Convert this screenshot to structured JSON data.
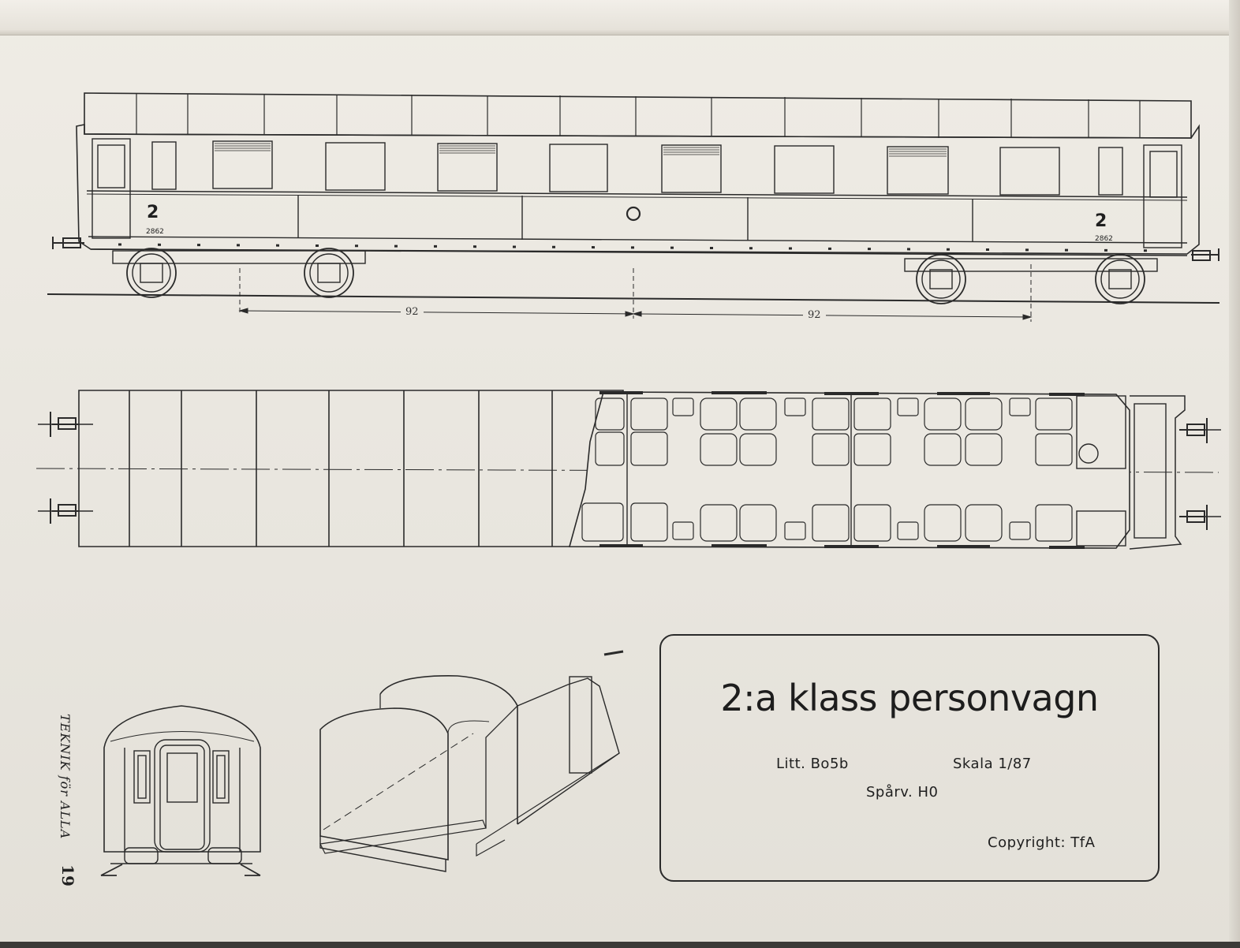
{
  "dimensions": {
    "left": "92",
    "right": "92"
  },
  "side_view": {
    "class_mark_left": "2",
    "class_mark_right": "2",
    "number_left": "2862",
    "number_right": "2862"
  },
  "margin": {
    "caption": "TEKNIK för ALLA",
    "page_number": "19"
  },
  "title_block": {
    "title": "2:a klass personvagn",
    "litt": "Litt. Bo5b",
    "scale": "Skala 1/87",
    "gauge": "Spårv. H0",
    "copyright": "Copyright: TfA"
  }
}
